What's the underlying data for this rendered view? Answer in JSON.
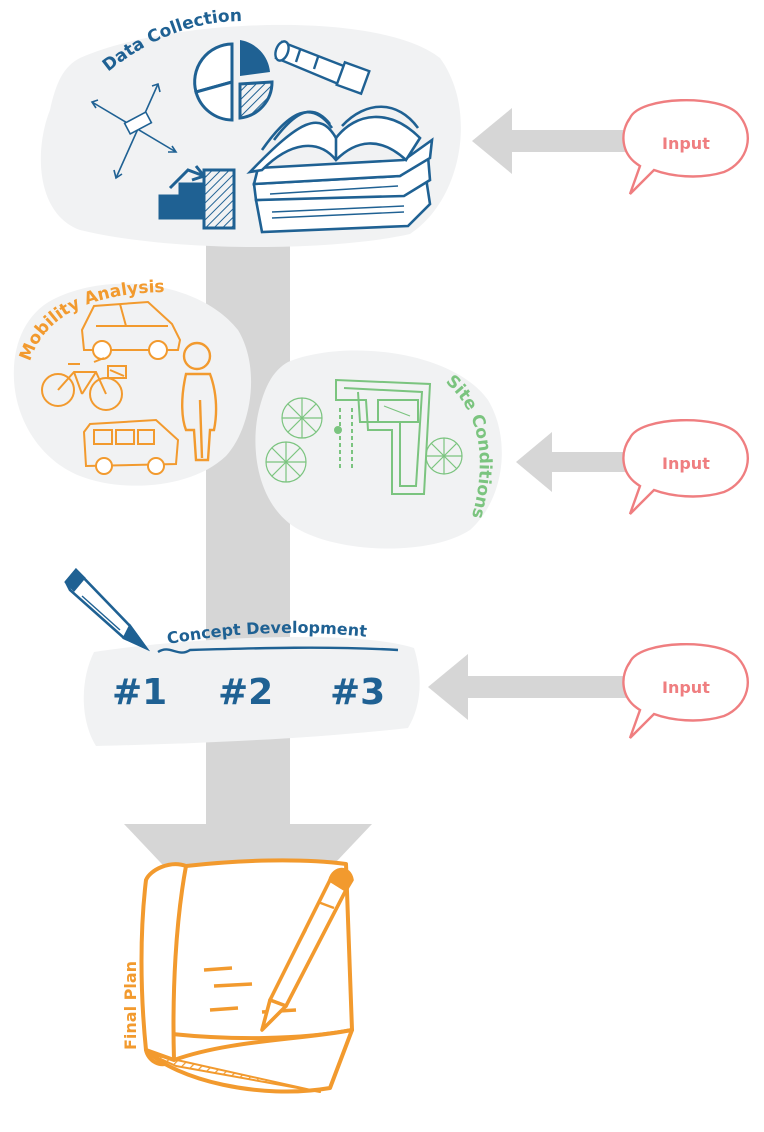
{
  "stages": {
    "data_collection": {
      "label": "Data Collection"
    },
    "mobility_analysis": {
      "label": "Mobility Analysis"
    },
    "site_conditions": {
      "label": "Site Conditions"
    },
    "concept_development": {
      "label": "Concept Development",
      "options": [
        "#1",
        "#2",
        "#3"
      ]
    },
    "final_plan": {
      "label": "Final Plan"
    }
  },
  "inputs": [
    {
      "label": "Input"
    },
    {
      "label": "Input"
    },
    {
      "label": "Input"
    }
  ],
  "colors": {
    "blue": "#1f6193",
    "orange": "#f29a2e",
    "green": "#7bc47f",
    "salmon": "#ef7e80",
    "blob": "#f1f2f3",
    "arrow": "#d6d6d6"
  }
}
